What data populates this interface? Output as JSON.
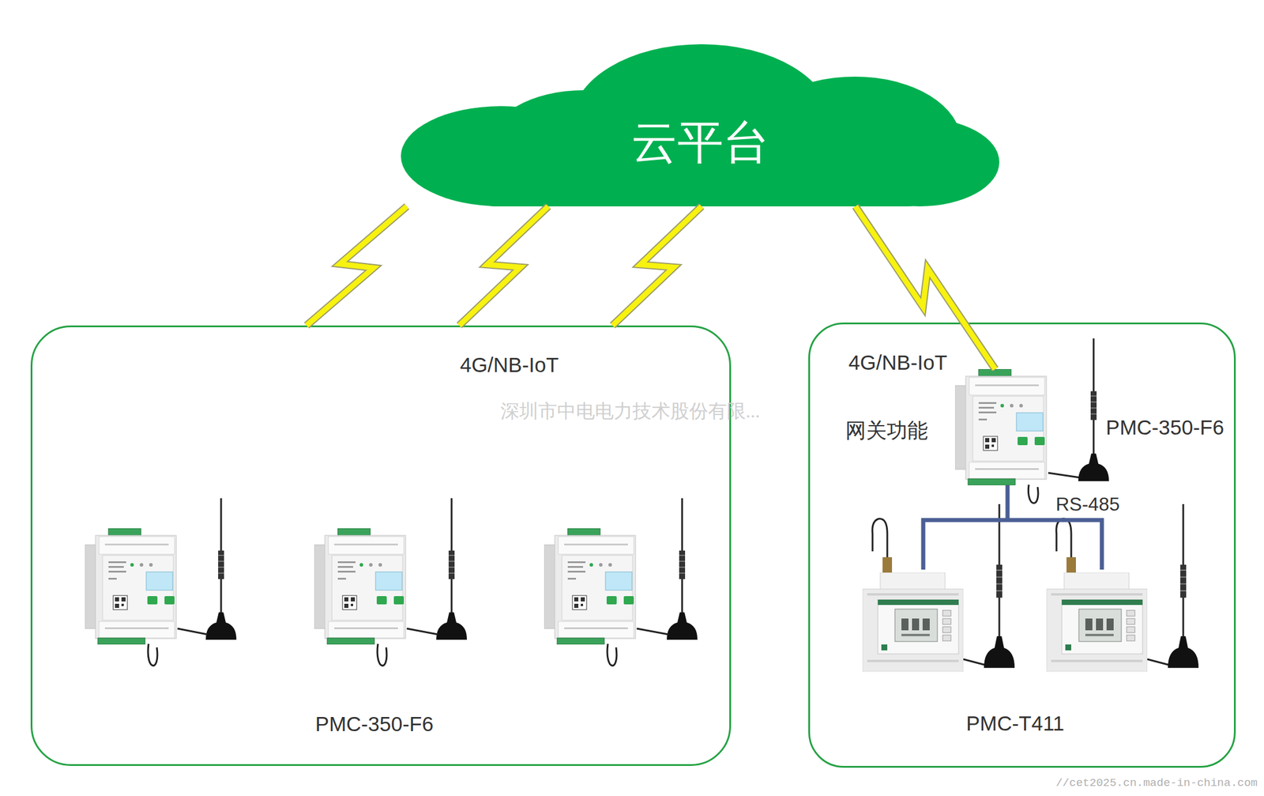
{
  "diagram": {
    "nodes": [
      {
        "text": [
          "云平台"
        ]
      },
      {
        "text": [
          "PMC-350-F6"
        ]
      },
      {
        "text": [
          "PMC-T411"
        ]
      },
      {
        "text": [
          "PMC-350-F6"
        ],
        "in": 2
      }
    ],
    "edges": [
      {
        "from": 0,
        "to": 1,
        "arrow": "none"
      },
      {
        "from": 0,
        "to": 1,
        "arrow": "none"
      },
      {
        "from": 0,
        "to": 1,
        "arrow": "none"
      },
      {
        "from": 0,
        "to": 3,
        "arrow": "none"
      }
    ],
    "labels": [
      "4G/NB-IoT",
      "深圳市中电电力技术股份有限...",
      "4G/NB-IoT",
      "网关功能",
      "RS-485",
      "//cet2025.cn.made-in-china.com"
    ]
  }
}
